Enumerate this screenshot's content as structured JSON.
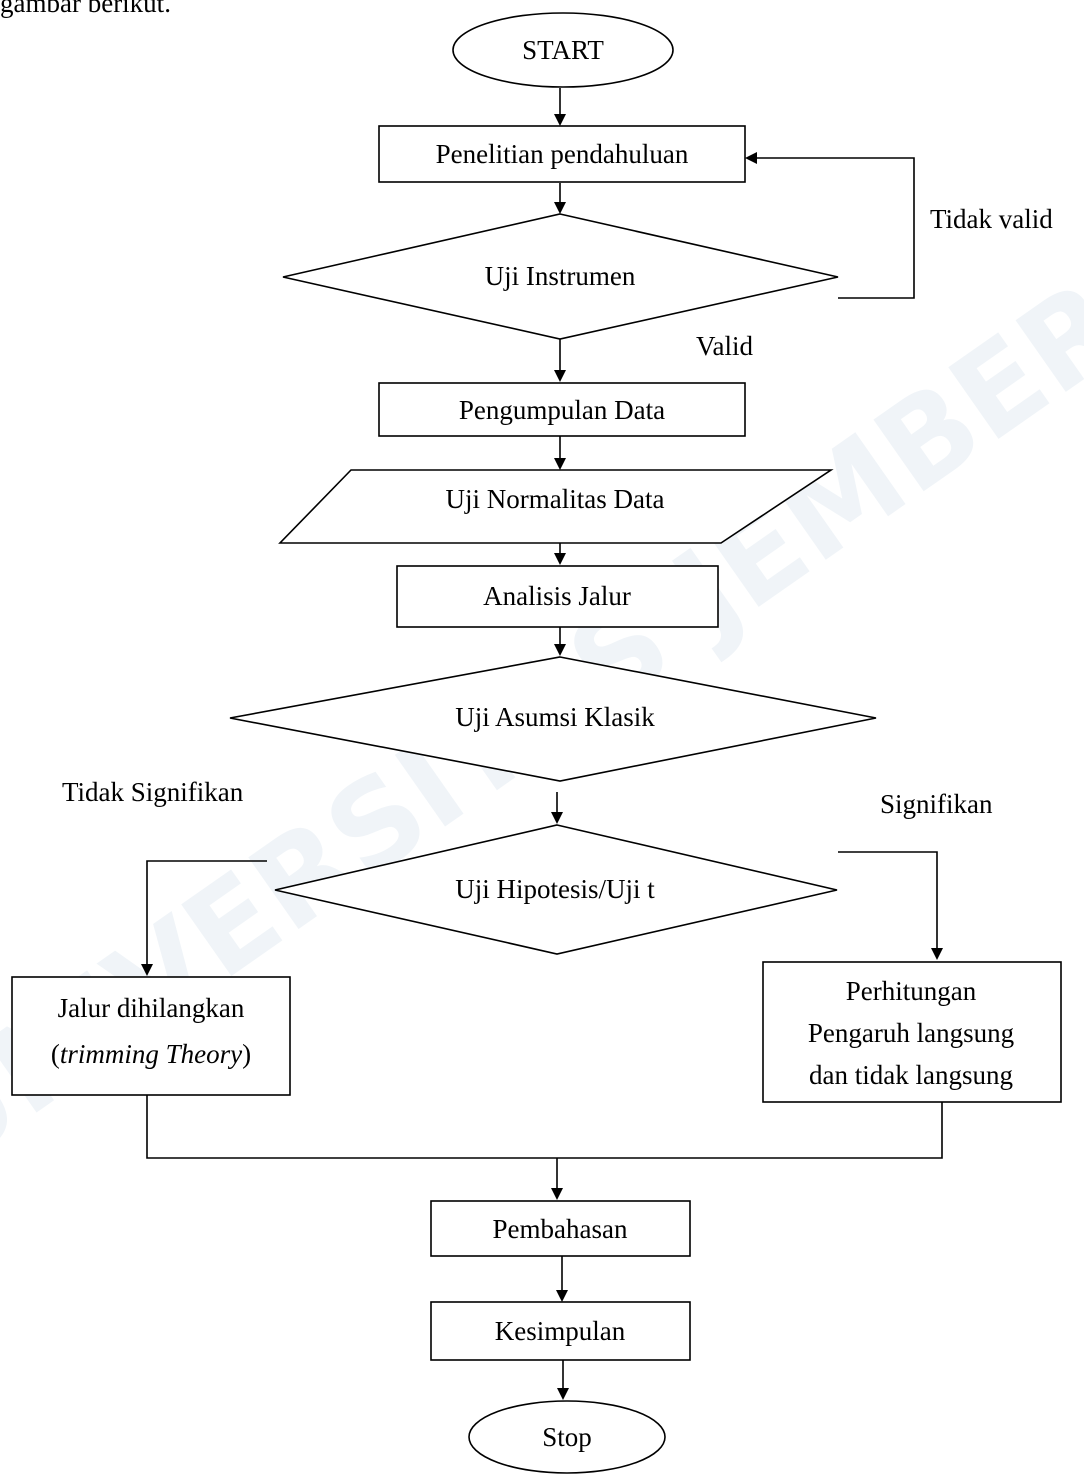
{
  "top_text": "gambar berikut.",
  "watermark": "UNIVERSITAS JEMBER",
  "nodes": {
    "start": "START",
    "penelitian": "Penelitian pendahuluan",
    "uji_instrumen": "Uji Instrumen",
    "pengumpulan": "Pengumpulan Data",
    "normalitas": "Uji Normalitas Data",
    "analisis": "Analisis Jalur",
    "asumsi": "Uji Asumsi Klasik",
    "hipotesis": "Uji Hipotesis/Uji t",
    "jalur_line1": "Jalur dihilangkan",
    "jalur_line2_open": "(",
    "jalur_line2_italic": "trimming Theory",
    "jalur_line2_close": ")",
    "perhitungan_line1": "Perhitungan",
    "perhitungan_line2": "Pengaruh langsung",
    "perhitungan_line3": "dan tidak langsung",
    "pembahasan": "Pembahasan",
    "kesimpulan": "Kesimpulan",
    "stop": "Stop"
  },
  "edge_labels": {
    "tidak_valid": "Tidak valid",
    "valid": "Valid",
    "tidak_signifikan": "Tidak Signifikan",
    "signifikan": "Signifikan"
  }
}
